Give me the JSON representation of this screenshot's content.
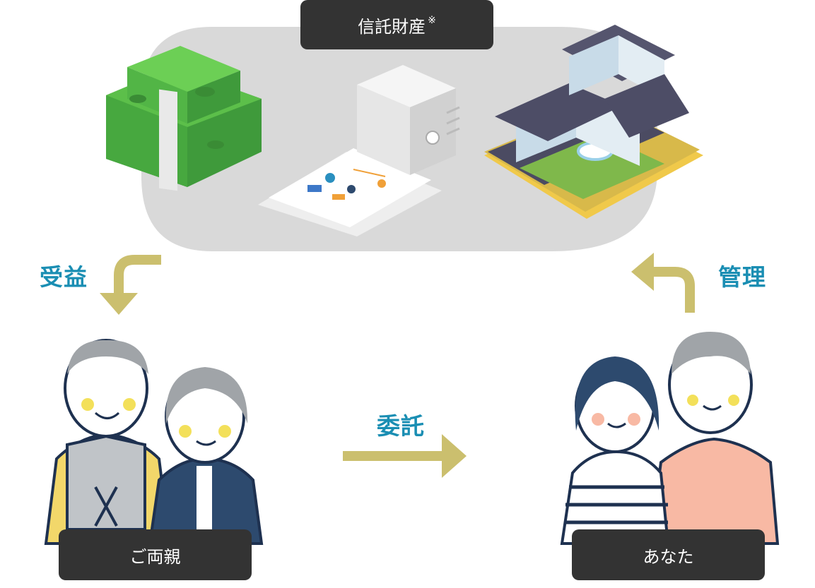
{
  "trust_assets": {
    "label": "信託財産",
    "note_mark": "※"
  },
  "labels": {
    "benefit": "受益",
    "management": "管理",
    "entrust": "委託"
  },
  "people": {
    "parents": "ご両親",
    "you": "あなた"
  },
  "colors": {
    "label_dark": "#333333",
    "accent_text": "#1a8eb3",
    "arrow": "#cbbf6e",
    "asset_cloud": "#d9d9d9"
  },
  "icons": [
    "money-stack-icon",
    "safe-icon",
    "documents-icon",
    "house-icon",
    "parents-illustration",
    "couple-illustration"
  ]
}
